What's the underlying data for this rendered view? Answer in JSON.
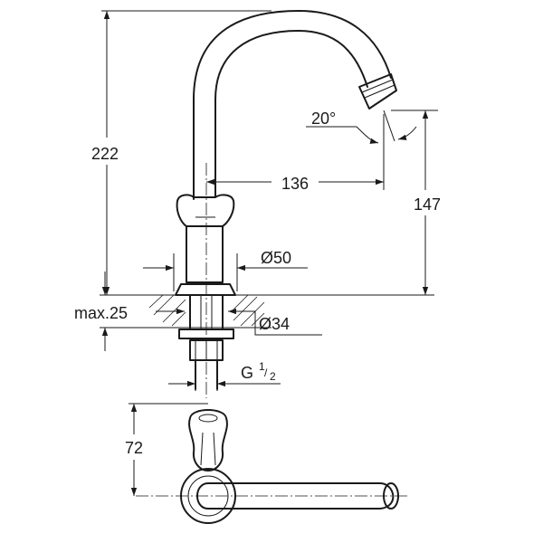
{
  "dimensions": {
    "total_height": "222",
    "spout_reach": "136",
    "spout_height": "147",
    "spout_angle": "20°",
    "body_diameter": "Ø50",
    "max_thickness": "max.25",
    "hole_diameter": "Ø34",
    "thread": "G",
    "thread_fraction_num": "1",
    "thread_fraction_den": "2",
    "top_view_height": "72"
  },
  "colors": {
    "line": "#1a1a1a",
    "background": "#ffffff"
  }
}
